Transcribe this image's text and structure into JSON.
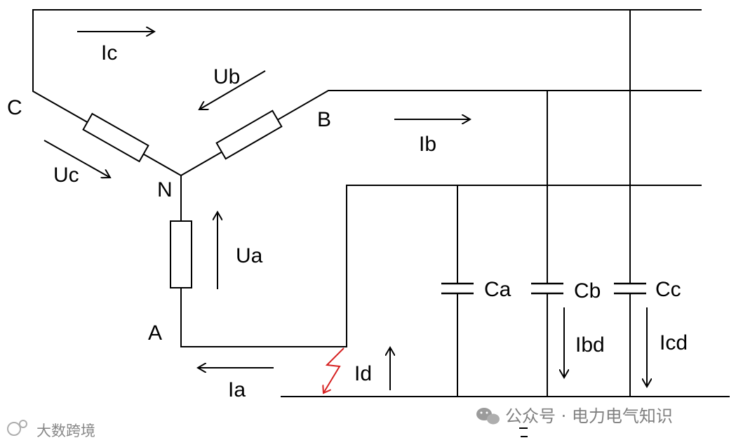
{
  "labels": {
    "Ic": "Ic",
    "Ub": "Ub",
    "C": "C",
    "B": "B",
    "Ib": "Ib",
    "Uc": "Uc",
    "N": "N",
    "Ua": "Ua",
    "Ca": "Ca",
    "Cb": "Cb",
    "Cc": "Cc",
    "A": "A",
    "Ibd": "Ibd",
    "Icd": "Icd",
    "Id": "Id",
    "Ia": "Ia"
  },
  "watermark": {
    "account": "公众号 · 电力电气知识",
    "corner": "大数跨境"
  },
  "colors": {
    "wire": "#000000",
    "fault": "#d62020",
    "watermark": "#6b6b6b"
  },
  "icons": {
    "fault": "lightning-bolt",
    "wechat": "wechat-logo",
    "corner": "brand-logo"
  }
}
